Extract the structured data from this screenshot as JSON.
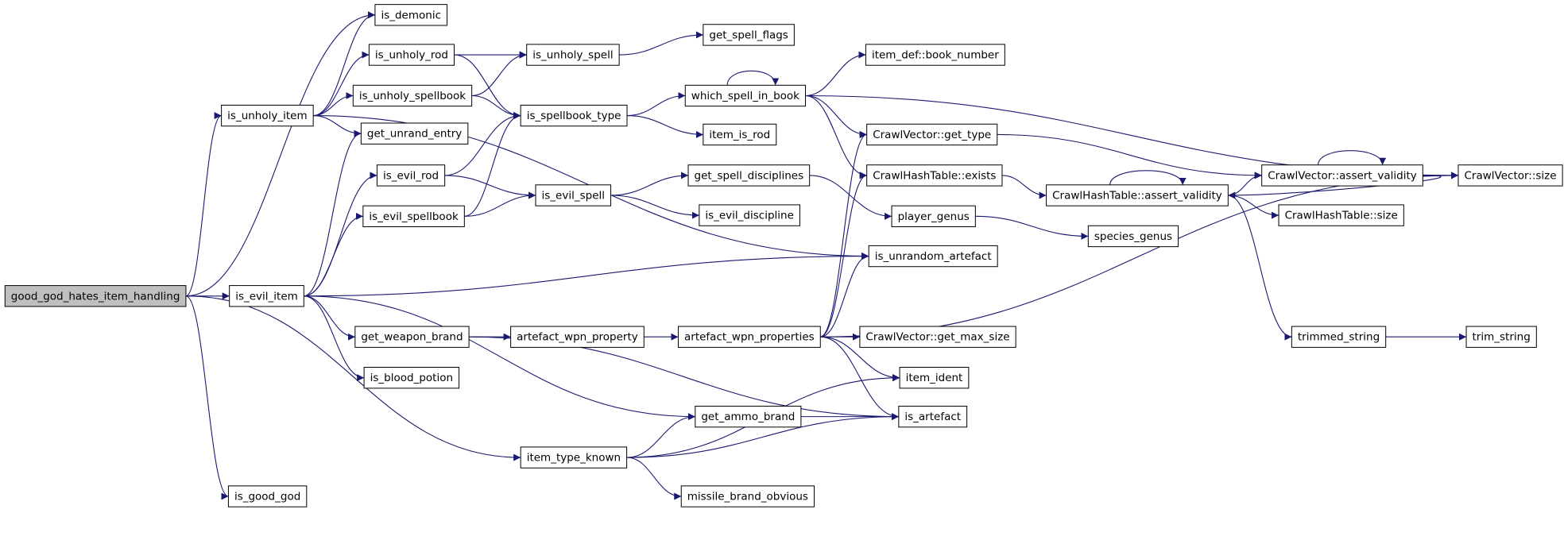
{
  "colors": {
    "edge": "#191970",
    "node_fill": "#ffffff",
    "root_fill": "#bfbfbf",
    "border": "#000000"
  },
  "nodes": [
    {
      "id": "root",
      "label": "good_god_hates_item_handling"
    },
    {
      "id": "is_demonic",
      "label": "is_demonic"
    },
    {
      "id": "is_unholy_item",
      "label": "is_unholy_item"
    },
    {
      "id": "is_evil_item",
      "label": "is_evil_item"
    },
    {
      "id": "is_good_god",
      "label": "is_good_god"
    },
    {
      "id": "is_unholy_rod",
      "label": "is_unholy_rod"
    },
    {
      "id": "is_unholy_spellbook",
      "label": "is_unholy_spellbook"
    },
    {
      "id": "get_unrand_entry",
      "label": "get_unrand_entry"
    },
    {
      "id": "is_evil_rod",
      "label": "is_evil_rod"
    },
    {
      "id": "is_evil_spellbook",
      "label": "is_evil_spellbook"
    },
    {
      "id": "get_weapon_brand",
      "label": "get_weapon_brand"
    },
    {
      "id": "is_blood_potion",
      "label": "is_blood_potion"
    },
    {
      "id": "item_type_known",
      "label": "item_type_known"
    },
    {
      "id": "is_unholy_spell",
      "label": "is_unholy_spell"
    },
    {
      "id": "is_spellbook_type",
      "label": "is_spellbook_type"
    },
    {
      "id": "is_evil_spell",
      "label": "is_evil_spell"
    },
    {
      "id": "artefact_wpn_property",
      "label": "artefact_wpn_property"
    },
    {
      "id": "get_spell_flags",
      "label": "get_spell_flags"
    },
    {
      "id": "which_spell_in_book",
      "label": "which_spell_in_book"
    },
    {
      "id": "item_is_rod",
      "label": "item_is_rod"
    },
    {
      "id": "get_spell_disciplines",
      "label": "get_spell_disciplines"
    },
    {
      "id": "is_evil_discipline",
      "label": "is_evil_discipline"
    },
    {
      "id": "artefact_wpn_properties",
      "label": "artefact_wpn_properties"
    },
    {
      "id": "get_ammo_brand",
      "label": "get_ammo_brand"
    },
    {
      "id": "missile_brand_obvious",
      "label": "missile_brand_obvious"
    },
    {
      "id": "book_number",
      "label": "item_def::book_number"
    },
    {
      "id": "cv_get_type",
      "label": "CrawlVector::get_type"
    },
    {
      "id": "cht_exists",
      "label": "CrawlHashTable::exists"
    },
    {
      "id": "player_genus",
      "label": "player_genus"
    },
    {
      "id": "is_unrandom_artefact",
      "label": "is_unrandom_artefact"
    },
    {
      "id": "cv_get_max_size",
      "label": "CrawlVector::get_max_size"
    },
    {
      "id": "item_ident",
      "label": "item_ident"
    },
    {
      "id": "is_artefact",
      "label": "is_artefact"
    },
    {
      "id": "cht_assert_validity",
      "label": "CrawlHashTable::assert_validity"
    },
    {
      "id": "species_genus",
      "label": "species_genus"
    },
    {
      "id": "cv_assert_validity",
      "label": "CrawlVector::assert_validity"
    },
    {
      "id": "cht_size",
      "label": "CrawlHashTable::size"
    },
    {
      "id": "trimmed_string",
      "label": "trimmed_string"
    },
    {
      "id": "cv_size",
      "label": "CrawlVector::size"
    },
    {
      "id": "trim_string",
      "label": "trim_string"
    }
  ],
  "edges": [
    [
      "root",
      "is_demonic"
    ],
    [
      "root",
      "is_unholy_item"
    ],
    [
      "root",
      "is_evil_item"
    ],
    [
      "root",
      "is_good_god"
    ],
    [
      "root",
      "item_type_known"
    ],
    [
      "is_unholy_item",
      "is_demonic"
    ],
    [
      "is_unholy_item",
      "is_unholy_rod"
    ],
    [
      "is_unholy_item",
      "is_unholy_spellbook"
    ],
    [
      "is_unholy_item",
      "get_unrand_entry"
    ],
    [
      "is_unholy_item",
      "is_unrandom_artefact"
    ],
    [
      "is_evil_item",
      "get_unrand_entry"
    ],
    [
      "is_evil_item",
      "is_evil_rod"
    ],
    [
      "is_evil_item",
      "is_evil_spellbook"
    ],
    [
      "is_evil_item",
      "is_unrandom_artefact"
    ],
    [
      "is_evil_item",
      "get_weapon_brand"
    ],
    [
      "is_evil_item",
      "is_blood_potion"
    ],
    [
      "is_evil_item",
      "get_ammo_brand"
    ],
    [
      "is_unholy_rod",
      "is_unholy_spell"
    ],
    [
      "is_unholy_rod",
      "is_spellbook_type"
    ],
    [
      "is_unholy_spellbook",
      "is_unholy_spell"
    ],
    [
      "is_unholy_spellbook",
      "is_spellbook_type"
    ],
    [
      "is_unholy_spell",
      "get_spell_flags"
    ],
    [
      "is_spellbook_type",
      "which_spell_in_book"
    ],
    [
      "is_spellbook_type",
      "item_is_rod"
    ],
    [
      "is_evil_rod",
      "is_spellbook_type"
    ],
    [
      "is_evil_rod",
      "is_evil_spell"
    ],
    [
      "is_evil_spellbook",
      "is_spellbook_type"
    ],
    [
      "is_evil_spellbook",
      "is_evil_spell"
    ],
    [
      "is_evil_spell",
      "get_spell_disciplines"
    ],
    [
      "is_evil_spell",
      "is_evil_discipline"
    ],
    [
      "get_spell_disciplines",
      "player_genus"
    ],
    [
      "player_genus",
      "species_genus"
    ],
    [
      "which_spell_in_book",
      "which_spell_in_book"
    ],
    [
      "which_spell_in_book",
      "book_number"
    ],
    [
      "which_spell_in_book",
      "cv_get_type"
    ],
    [
      "which_spell_in_book",
      "cht_exists"
    ],
    [
      "which_spell_in_book",
      "cv_size"
    ],
    [
      "cv_get_type",
      "cv_assert_validity"
    ],
    [
      "cht_exists",
      "cht_assert_validity"
    ],
    [
      "cht_assert_validity",
      "cht_assert_validity"
    ],
    [
      "cht_assert_validity",
      "cv_assert_validity"
    ],
    [
      "cht_assert_validity",
      "cht_size"
    ],
    [
      "cht_assert_validity",
      "trimmed_string"
    ],
    [
      "cv_assert_validity",
      "cv_assert_validity"
    ],
    [
      "cv_assert_validity",
      "cht_assert_validity"
    ],
    [
      "cv_assert_validity",
      "cv_size"
    ],
    [
      "trimmed_string",
      "trim_string"
    ],
    [
      "get_weapon_brand",
      "artefact_wpn_property"
    ],
    [
      "get_weapon_brand",
      "is_artefact"
    ],
    [
      "artefact_wpn_property",
      "artefact_wpn_properties"
    ],
    [
      "artefact_wpn_properties",
      "cv_get_type"
    ],
    [
      "artefact_wpn_properties",
      "cht_exists"
    ],
    [
      "artefact_wpn_properties",
      "is_unrandom_artefact"
    ],
    [
      "artefact_wpn_properties",
      "cv_get_max_size"
    ],
    [
      "artefact_wpn_properties",
      "item_ident"
    ],
    [
      "artefact_wpn_properties",
      "is_artefact"
    ],
    [
      "artefact_wpn_properties",
      "cv_size"
    ],
    [
      "get_ammo_brand",
      "is_artefact"
    ],
    [
      "item_type_known",
      "get_ammo_brand"
    ],
    [
      "item_type_known",
      "item_ident"
    ],
    [
      "item_type_known",
      "missile_brand_obvious"
    ],
    [
      "item_type_known",
      "is_artefact"
    ]
  ]
}
